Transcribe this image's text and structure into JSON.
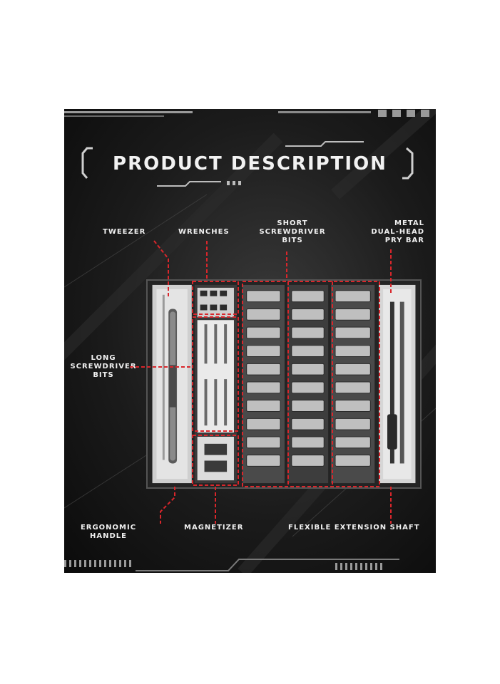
{
  "title": "PRODUCT DESCRIPTION",
  "labels": {
    "tweezer": "TWEEZER",
    "wrenches": "WRENCHES",
    "short_bits": [
      "SHORT",
      "SCREWDRIVER",
      "BITS"
    ],
    "pry_bar": [
      "METAL",
      "DUAL-HEAD",
      "PRY BAR"
    ],
    "long_bits": [
      "LONG",
      "SCREWDRIVER",
      "BITS"
    ],
    "handle": [
      "ERGONOMIC",
      "HANDLE"
    ],
    "magnetizer": "MAGNETIZER",
    "shaft": "FLEXIBLE EXTENSION SHAFT"
  },
  "colors": {
    "accent": "#d9262b",
    "background": "#151515",
    "text": "#f0f0f0"
  }
}
